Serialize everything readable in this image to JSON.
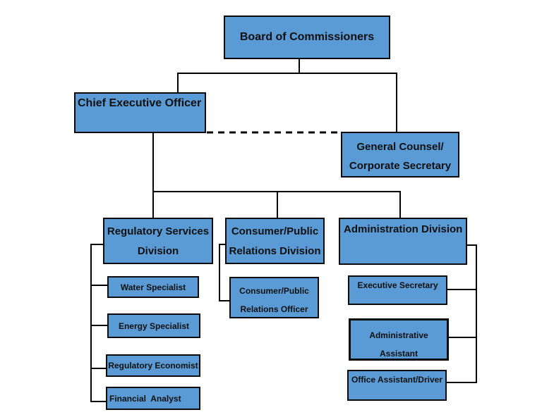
{
  "colors": {
    "box_fill": "#5b9bd5",
    "box_border": "#0a0a0a",
    "connector": "#000000",
    "background": "#ffffff",
    "text": "#101010"
  },
  "nodes": {
    "board": {
      "lines": [
        "Board of Commissioners"
      ]
    },
    "ceo": {
      "lines": [
        "Chief Executive Officer"
      ]
    },
    "general_counsel": {
      "lines": [
        "General Counsel/",
        "Corporate Secretary"
      ]
    },
    "regulatory_division": {
      "lines": [
        "Regulatory Services",
        "Division"
      ]
    },
    "consumer_division": {
      "lines": [
        "Consumer/Public",
        "Relations Division"
      ]
    },
    "admin_division": {
      "lines": [
        "Administration Division"
      ]
    },
    "water_specialist": {
      "lines": [
        "Water Specialist"
      ]
    },
    "energy_specialist": {
      "lines": [
        "Energy Specialist"
      ]
    },
    "regulatory_economist": {
      "lines": [
        "Regulatory Economist"
      ]
    },
    "financial_analyst": {
      "lines": [
        "Financial  Analyst"
      ]
    },
    "consumer_officer": {
      "lines": [
        "Consumer/Public",
        "Relations Officer"
      ]
    },
    "executive_secretary": {
      "lines": [
        "Executive Secretary"
      ]
    },
    "admin_assistant": {
      "lines": [
        "Administrative",
        "Assistant"
      ]
    },
    "office_assistant": {
      "lines": [
        "Office Assistant/Driver"
      ]
    }
  }
}
